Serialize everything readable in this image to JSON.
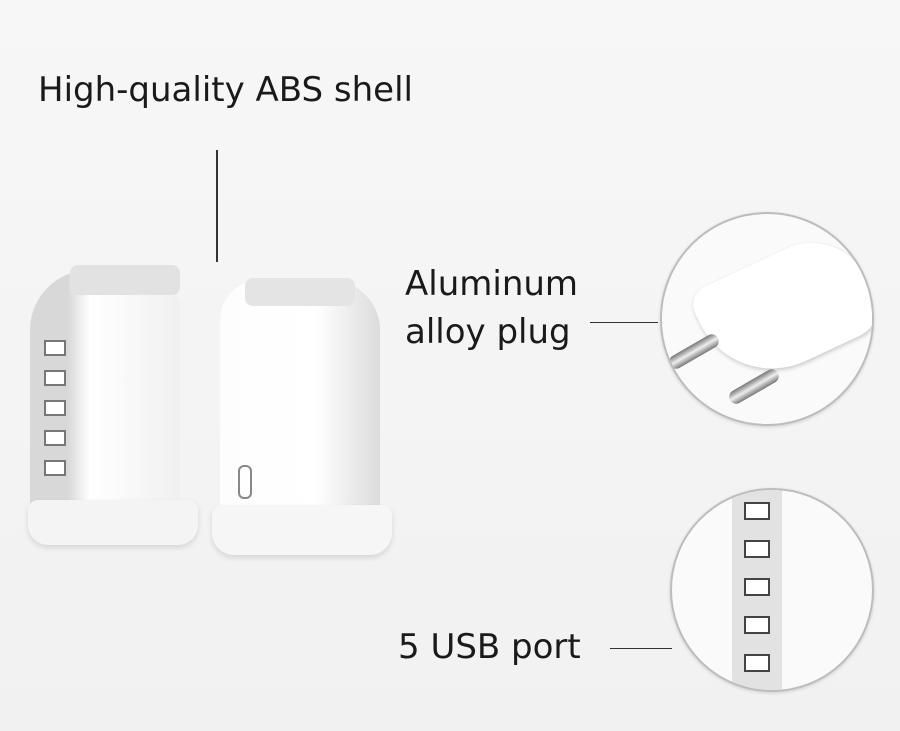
{
  "labels": {
    "shell": "High-quality ABS shell",
    "plug_line1": "Aluminum",
    "plug_line2": "alloy plug",
    "usb": "5 USB port"
  },
  "colors": {
    "text": "#1a1a1a",
    "background": "#f3f3f3"
  }
}
